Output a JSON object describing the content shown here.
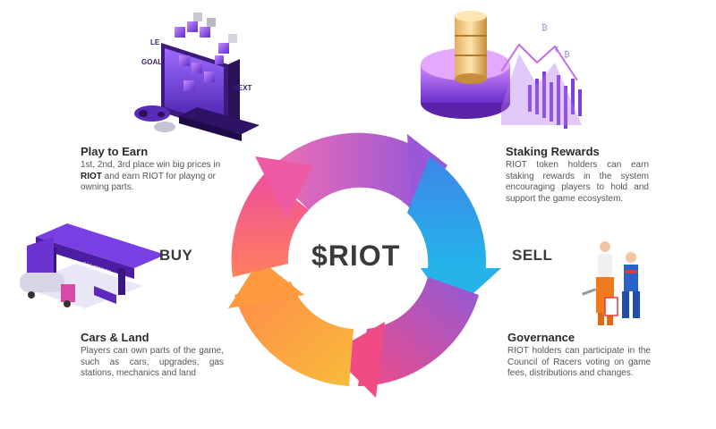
{
  "center": {
    "label": "$RIOT"
  },
  "actions": {
    "buy": "BUY",
    "sell": "SELL"
  },
  "items": [
    {
      "id": "play",
      "title": "Play to Earn",
      "desc_pre": "1st, 2nd, 3rd place win big prices in ",
      "desc_bold": "RIOT",
      "desc_post": " and earn RIOT for playng or owning parts.",
      "art_words": [
        "LEVEL",
        "GOAL",
        "NEXT"
      ]
    },
    {
      "id": "staking",
      "title": "Staking Rewards",
      "desc": "RIOT token holders can earn staking rewards in the system encouraging players to hold and support the game ecosystem."
    },
    {
      "id": "cars",
      "title": "Cars & Land",
      "desc": "Players can own parts of the game, such as cars, upgrades, gas stations, mechanics and land",
      "art_words": [
        "GAS STATION"
      ]
    },
    {
      "id": "governance",
      "title": "Governance",
      "desc": "RIOT holders can participate in the Council of Racers voting on game fees, distributions and changes."
    }
  ],
  "colors": {
    "pink": "#f0508c",
    "orange": "#ffb347",
    "yellow": "#ffd23f",
    "purple": "#8e5bd8",
    "blue": "#29a8e8",
    "magenta": "#e84ba0"
  }
}
